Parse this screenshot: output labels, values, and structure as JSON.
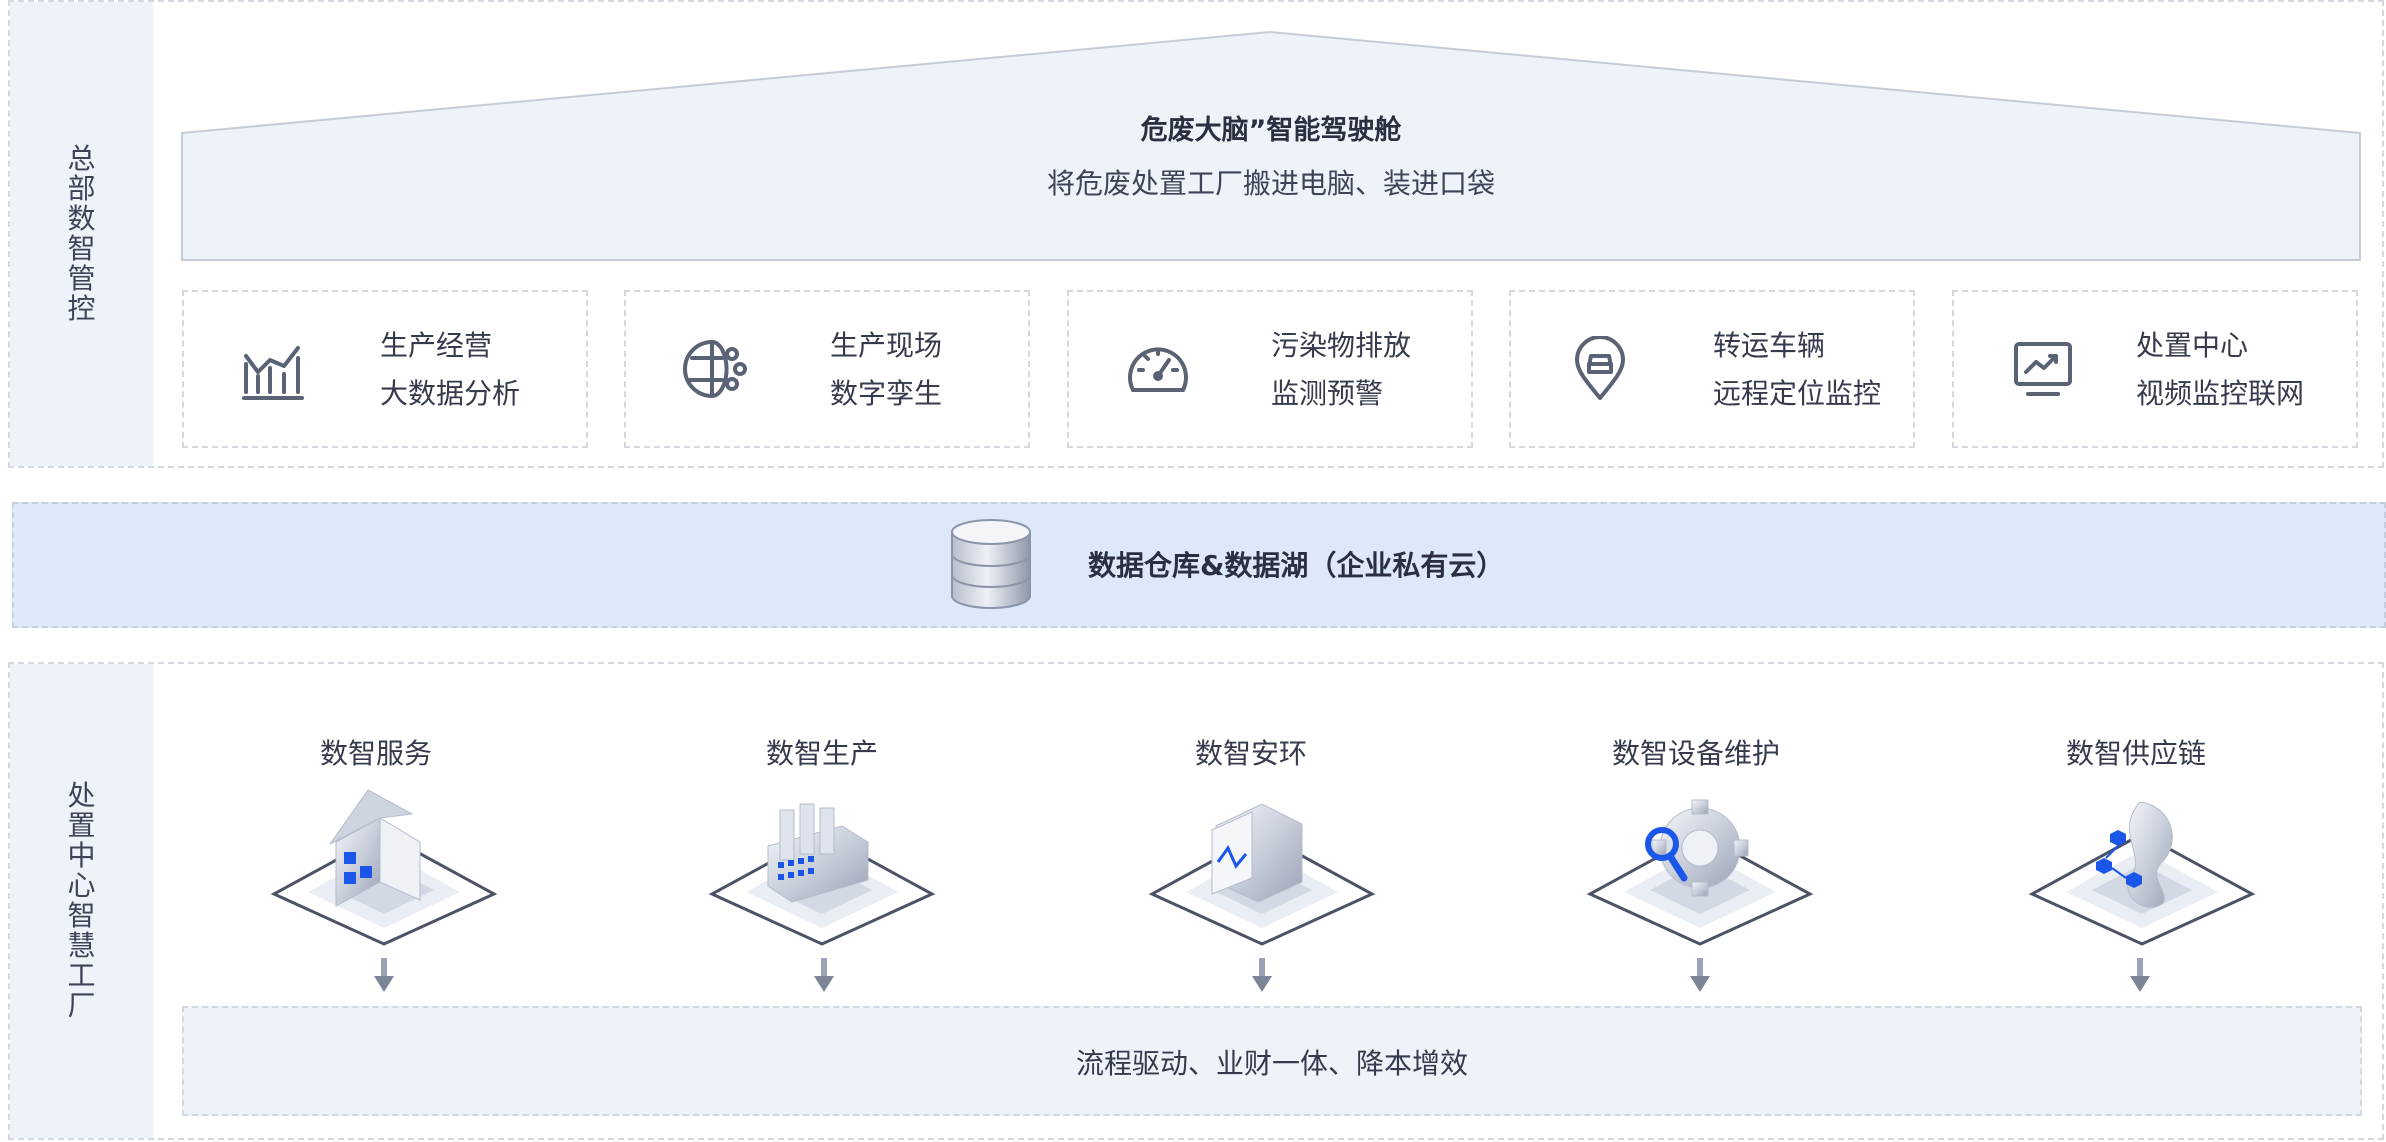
{
  "top": {
    "side_label": [
      "总",
      "部",
      "数",
      "智",
      "管",
      "控"
    ],
    "title": "危废大脑”智能驾驶舱",
    "subtitle": "将危废处置工厂搬进电脑、装进口袋",
    "cards": [
      {
        "line1": "生产经营",
        "line2": "大数据分析",
        "icon": "bar-chart-icon"
      },
      {
        "line1": "生产现场",
        "line2": "数字孪生",
        "icon": "digital-twin-icon"
      },
      {
        "line1": "污染物排放",
        "line2": "监测预警",
        "icon": "gauge-icon"
      },
      {
        "line1": "转运车辆",
        "line2": "远程定位监控",
        "icon": "vehicle-location-icon"
      },
      {
        "line1": "处置中心",
        "line2": "视频监控联网",
        "icon": "monitor-icon"
      }
    ]
  },
  "middle": {
    "label": "数据仓库&数据湖（企业私有云）",
    "icon": "database-icon"
  },
  "bottom": {
    "side_label": [
      "处",
      "置",
      "中",
      "心",
      "智",
      "慧",
      "工",
      "厂"
    ],
    "modules": [
      {
        "label": "数智服务",
        "icon": "service-house-icon"
      },
      {
        "label": "数智生产",
        "icon": "production-factory-icon"
      },
      {
        "label": "数智安环",
        "icon": "safety-environment-icon"
      },
      {
        "label": "数智设备维护",
        "icon": "equipment-maintenance-icon"
      },
      {
        "label": "数智供应链",
        "icon": "supply-chain-icon"
      }
    ],
    "footer": "流程驱动、业财一体、降本增效"
  },
  "colors": {
    "panel_bg": "#eef2f9",
    "band_bg": "#dde9fb",
    "accent": "#1a56e8",
    "icon_stroke": "#5a6275"
  }
}
